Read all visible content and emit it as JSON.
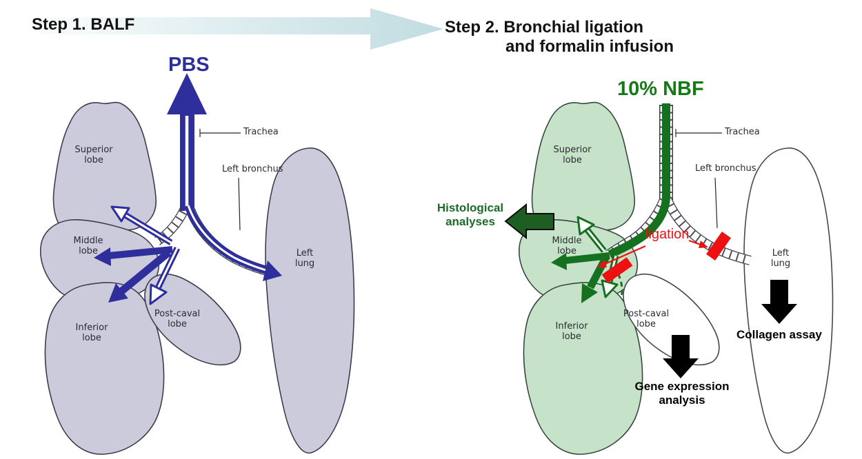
{
  "figure": {
    "step1": {
      "title": "Step 1. BALF",
      "fluid_label": "PBS",
      "anatomy": {
        "trachea": "Trachea",
        "left_bronchus": "Left bronchus",
        "superior_lobe": "Superior lobe",
        "middle_lobe": "Middle lobe",
        "post_caval_lobe": "Post-caval lobe",
        "inferior_lobe": "Inferior lobe",
        "left_lung": "Left lung"
      }
    },
    "step2": {
      "title_line1": "Step 2. Bronchial ligation",
      "title_line2": "and formalin infusion",
      "fluid_label": "10% NBF",
      "anatomy": {
        "trachea": "Trachea",
        "left_bronchus": "Left bronchus",
        "superior_lobe": "Superior lobe",
        "middle_lobe": "Middle lobe",
        "post_caval_lobe": "Post-caval lobe",
        "inferior_lobe": "Inferior lobe",
        "left_lung": "Left lung"
      },
      "annotations": {
        "histological": "Histological analyses",
        "ligation": "ligation",
        "gene_expression": "Gene expression analysis",
        "collagen": "Collagen assay"
      }
    },
    "colors": {
      "pbs_blue": "#2e2f9d",
      "nbf_green": "#157a15",
      "annotation_green": "#1c6b28",
      "ligation_red": "#ee1111",
      "lobe_lavender": "#cbcbdc",
      "lobe_green": "#c6e2c9",
      "flow_arrow_teal": "#c0dce1"
    }
  }
}
